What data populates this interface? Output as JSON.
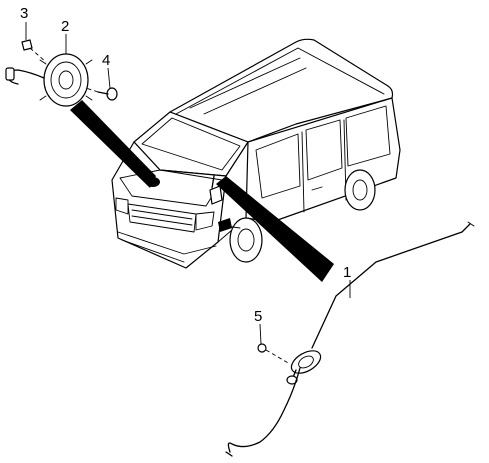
{
  "callouts": [
    {
      "id": "speaker-screw",
      "label": "3"
    },
    {
      "id": "speaker",
      "label": "2"
    },
    {
      "id": "speaker-bolt",
      "label": "4"
    },
    {
      "id": "antenna-cable",
      "label": "1"
    },
    {
      "id": "antenna-screw",
      "label": "5"
    }
  ],
  "colors": {
    "line": "#000000",
    "background": "#ffffff"
  }
}
